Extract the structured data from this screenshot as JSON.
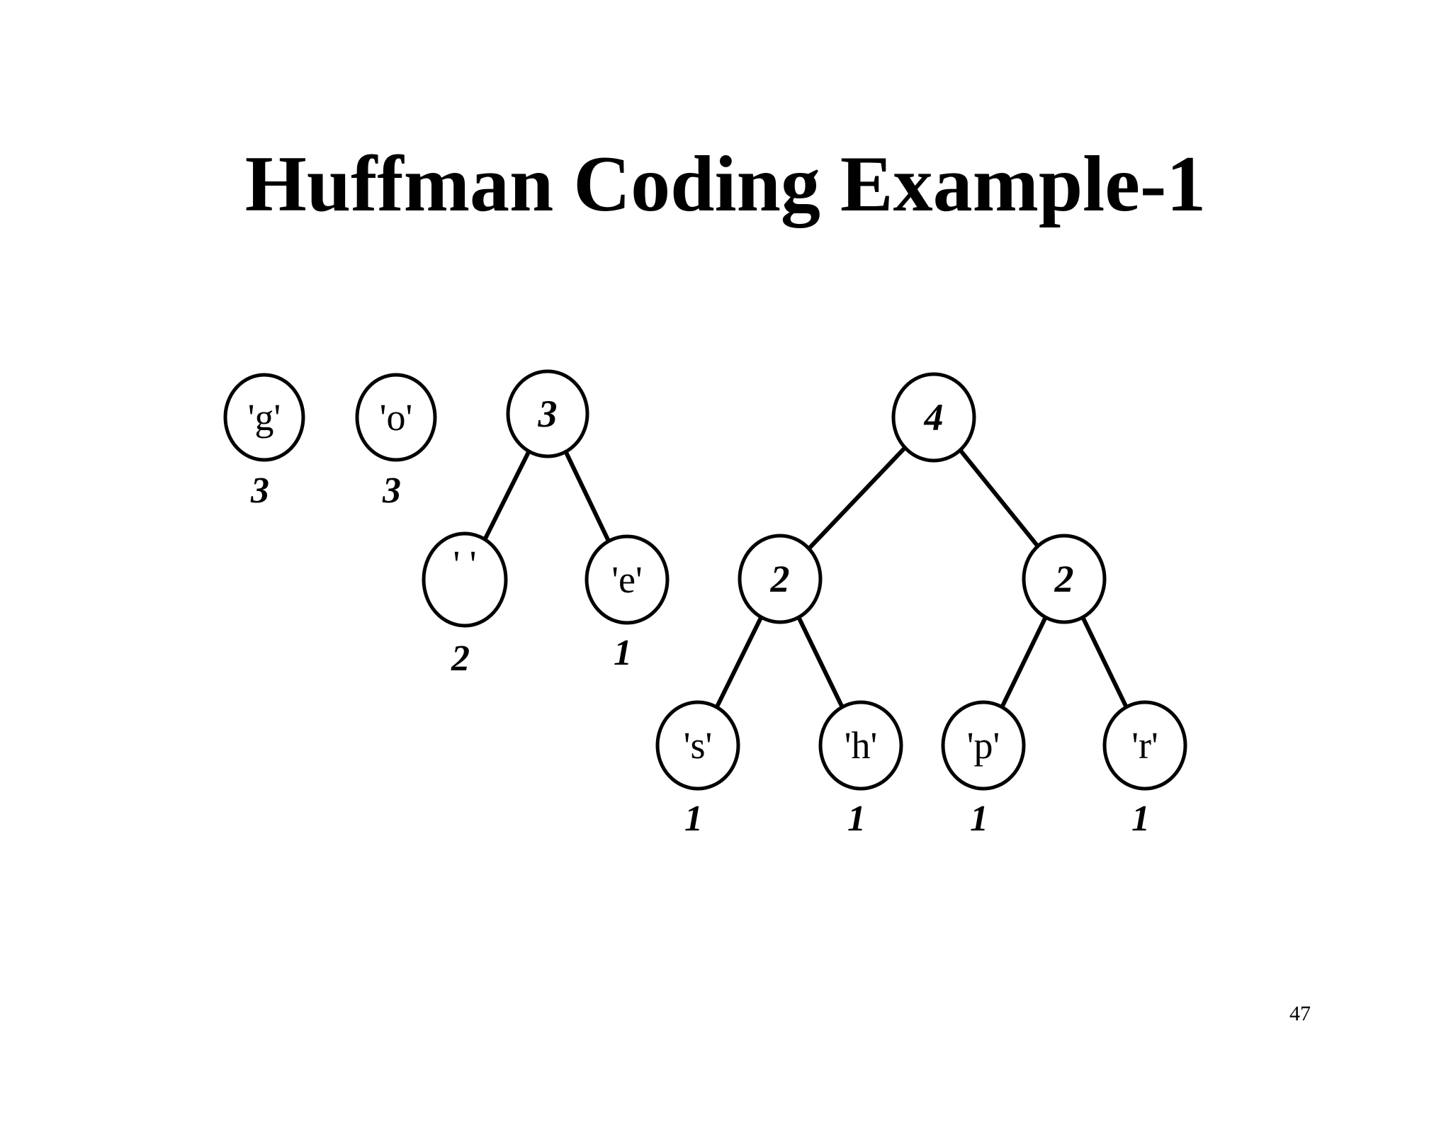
{
  "slide": {
    "title": "Huffman Coding Example-1",
    "page_number": "47"
  },
  "diagram": {
    "nodes": [
      {
        "id": "g",
        "label": "'g'",
        "freq": "3",
        "kind": "leaf"
      },
      {
        "id": "o",
        "label": "'o'",
        "freq": "3",
        "kind": "leaf"
      },
      {
        "id": "n3",
        "label": "3",
        "freq": "",
        "kind": "internal"
      },
      {
        "id": "sp",
        "label": "' '",
        "freq": "2",
        "kind": "leaf"
      },
      {
        "id": "e",
        "label": "'e'",
        "freq": "1",
        "kind": "leaf"
      },
      {
        "id": "n4",
        "label": "4",
        "freq": "",
        "kind": "internal"
      },
      {
        "id": "n2a",
        "label": "2",
        "freq": "",
        "kind": "internal"
      },
      {
        "id": "n2b",
        "label": "2",
        "freq": "",
        "kind": "internal"
      },
      {
        "id": "s",
        "label": "'s'",
        "freq": "1",
        "kind": "leaf"
      },
      {
        "id": "h",
        "label": "'h'",
        "freq": "1",
        "kind": "leaf"
      },
      {
        "id": "p",
        "label": "'p'",
        "freq": "1",
        "kind": "leaf"
      },
      {
        "id": "r",
        "label": "'r'",
        "freq": "1",
        "kind": "leaf"
      }
    ],
    "edges": [
      {
        "from": "n3",
        "to": "sp"
      },
      {
        "from": "n3",
        "to": "e"
      },
      {
        "from": "n4",
        "to": "n2a"
      },
      {
        "from": "n4",
        "to": "n2b"
      },
      {
        "from": "n2a",
        "to": "s"
      },
      {
        "from": "n2a",
        "to": "h"
      },
      {
        "from": "n2b",
        "to": "p"
      },
      {
        "from": "n2b",
        "to": "r"
      }
    ]
  }
}
